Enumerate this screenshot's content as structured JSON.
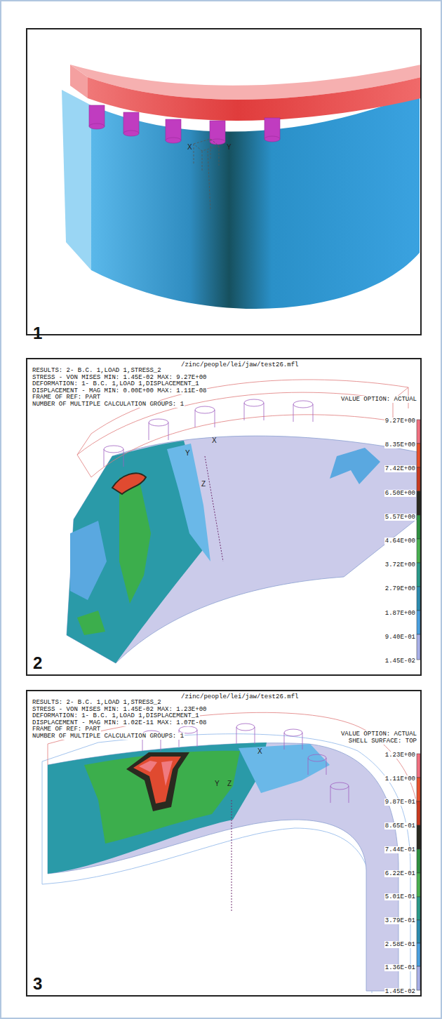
{
  "diagram": {
    "nodes": [
      {
        "text": [
          "X",
          "Y",
          "1"
        ]
      },
      {
        "text": [
          "/zinc/people/lei/jaw/test26.mfl",
          "RESULTS: 2- B.C. 1,LOAD 1,STRESS_2",
          "STRESS - VON MISES MIN: 1.45E-02 MAX: 9.27E+00",
          "DEFORMATION: 1- B.C. 1,LOAD 1,DISPLACEMENT_1",
          "DISPLACEMENT - MAG MIN: 0.00E+00 MAX: 1.11E-08",
          "FRAME OF REF: PART",
          "NUMBER OF MULTIPLE CALCULATION GROUPS: 1",
          "VALUE OPTION: ACTUAL",
          "9.27E+00",
          "8.35E+00",
          "7.42E+00",
          "6.50E+00",
          "5.57E+00",
          "4.64E+00",
          "3.72E+00",
          "2.79E+00",
          "1.87E+00",
          "9.40E-01",
          "1.45E-02",
          "Y",
          "X",
          "Z",
          "2"
        ]
      },
      {
        "text": [
          "/zinc/people/lei/jaw/test26.mfl",
          "RESULTS: 2- B.C. 1,LOAD 1,STRESS_2",
          "STRESS - VON MISES MIN: 1.45E-02 MAX: 1.23E+00",
          "DEFORMATION: 1- B.C. 1,LOAD 1,DISPLACEMENT_1",
          "DISPLACEMENT - MAG MIN: 1.02E-11 MAX: 1.07E-08",
          "FRAME OF REF: PART",
          "NUMBER OF MULTIPLE CALCULATION GROUPS: 1",
          "VALUE OPTION: ACTUAL",
          "SHELL SURFACE: TOP",
          "1.23E+00",
          "1.11E+00",
          "9.87E-01",
          "8.65E-01",
          "7.44E-01",
          "6.22E-01",
          "5.01E-01",
          "3.79E-01",
          "2.58E-01",
          "1.36E-01",
          "1.45E-02",
          "X",
          "Y",
          "Z",
          "3"
        ]
      }
    ]
  }
}
